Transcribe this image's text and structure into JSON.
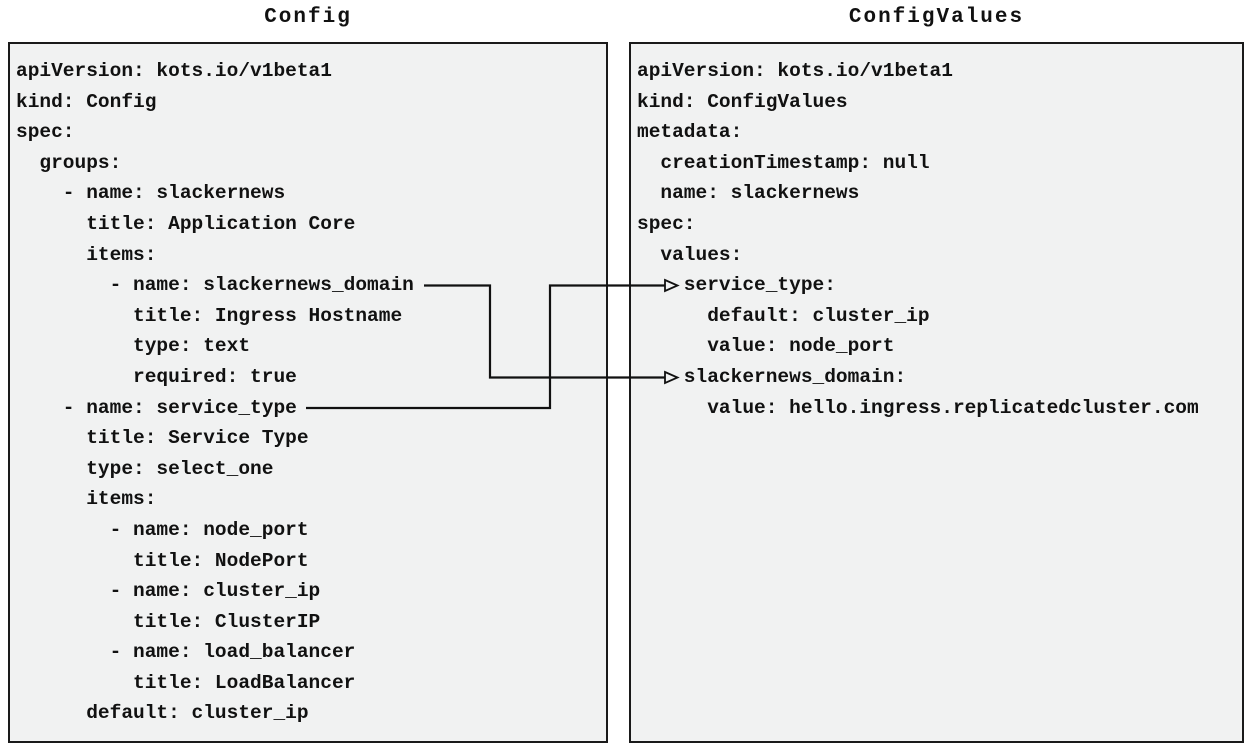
{
  "diagram": {
    "left_panel": {
      "title": "Config",
      "code_lines": [
        "apiVersion: kots.io/v1beta1",
        "kind: Config",
        "spec:",
        "  groups:",
        "    - name: slackernews",
        "      title: Application Core",
        "      items:",
        "        - name: slackernews_domain",
        "          title: Ingress Hostname",
        "          type: text",
        "          required: true",
        "    - name: service_type",
        "      title: Service Type",
        "      type: select_one",
        "      items:",
        "        - name: node_port",
        "          title: NodePort",
        "        - name: cluster_ip",
        "          title: ClusterIP",
        "        - name: load_balancer",
        "          title: LoadBalancer",
        "      default: cluster_ip"
      ]
    },
    "right_panel": {
      "title": "ConfigValues",
      "code_lines": [
        "apiVersion: kots.io/v1beta1",
        "kind: ConfigValues",
        "metadata:",
        "  creationTimestamp: null",
        "  name: slackernews",
        "spec:",
        "  values:",
        "    service_type:",
        "      default: cluster_ip",
        "      value: node_port",
        "    slackernews_domain:",
        "      value: hello.ingress.replicatedcluster.com"
      ]
    },
    "connectors": [
      {
        "from": "Config: - name: slackernews_domain",
        "to": "ConfigValues: slackernews_domain:"
      },
      {
        "from": "Config: - name: service_type",
        "to": "ConfigValues: service_type:"
      }
    ],
    "colors": {
      "page_bg": "#ffffff",
      "box_bg": "#f1f2f2",
      "border": "#1a1a1a",
      "line": "#111111",
      "text": "#111111"
    }
  }
}
